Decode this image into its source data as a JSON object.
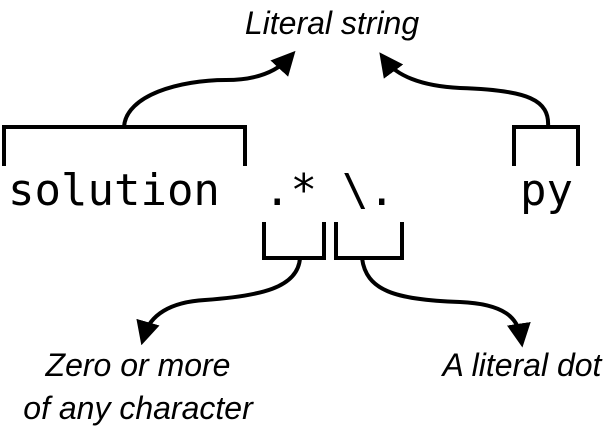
{
  "tokens": {
    "solution": "solution",
    "dot_star": ".*",
    "escaped_dot": "\\.",
    "py": "py"
  },
  "labels": {
    "literal_string": "Literal string",
    "zero_or_more_line1": "Zero or more",
    "zero_or_more_line2": "of any character",
    "literal_dot": "A literal dot"
  }
}
